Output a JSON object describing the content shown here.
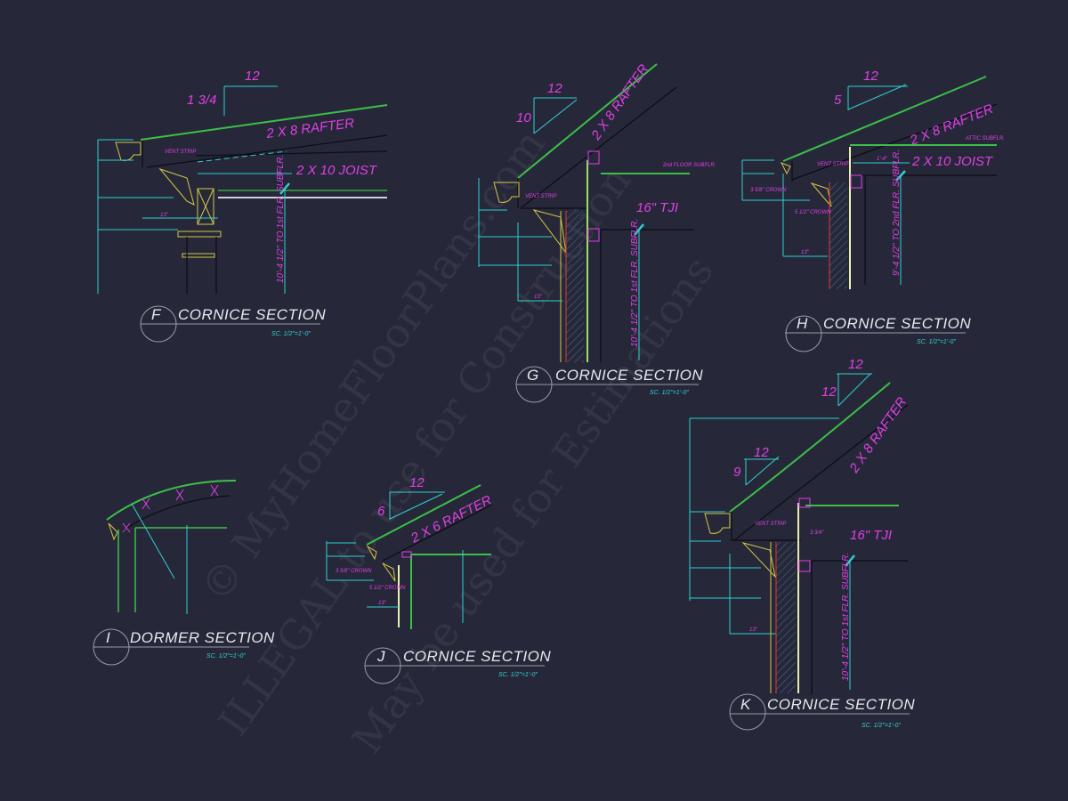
{
  "watermark": {
    "line1": "© MyHomeFloorPlans.com",
    "line2": "ILLEGAL to use for Construction",
    "line3": "May be used for Estimations"
  },
  "colors": {
    "background": "#262839",
    "green": "#3cbf48",
    "magenta": "#e23ee6",
    "cyan": "#2fd0d0",
    "yellow": "#d6c646"
  },
  "sections": {
    "F": {
      "tag": "F",
      "title": "CORNICE SECTION",
      "scale": "SC. 1/2\"=1'-0\"",
      "pitch_run": "12",
      "pitch_rise": "1 3/4",
      "rafter": "2 X 8 RAFTER",
      "joist": "2 X 10 JOIST",
      "height": "10'-4 1/2\" TO 1st FLR. SUBFLR.",
      "dim_overhang": "13\"",
      "vent": "VENT STRIP"
    },
    "G": {
      "tag": "G",
      "title": "CORNICE SECTION",
      "scale": "SC. 1/2\"=1'-0\"",
      "pitch_run": "12",
      "pitch_rise": "10",
      "rafter": "2 X 8 RAFTER",
      "floor": "16\" TJI",
      "height": "10'-4 1/2\" TO 1st FLR. SUBFLR.",
      "dim_overhang": "13\"",
      "subfloor": "2nd FLOOR SUBFLR.",
      "vent": "VENT STRIP"
    },
    "H": {
      "tag": "H",
      "title": "CORNICE SECTION",
      "scale": "SC. 1/2\"=1'-0\"",
      "pitch_run": "12",
      "pitch_rise": "5",
      "rafter": "2 X 8 RAFTER",
      "joist": "2 X 10 JOIST",
      "height": "9'-4 1/2\" TO 2nd FLR. SUBFLR.",
      "dim_overhang": "13\"",
      "dim_joist": "1'-4\"",
      "crown1": "3 5/8\" CROWN",
      "crown2": "5 1/2\" CROWN",
      "attic": "ATTIC SUBFLR.",
      "vent": "VENT STRIP"
    },
    "I": {
      "tag": "I",
      "title": "DORMER SECTION",
      "scale": "SC. 1/2\"=1'-0\""
    },
    "J": {
      "tag": "J",
      "title": "CORNICE SECTION",
      "scale": "SC. 1/2\"=1'-0\"",
      "pitch_run": "12",
      "pitch_rise": "6",
      "rafter": "2 X 6 RAFTER",
      "crown1": "3 5/8\" CROWN",
      "crown2": "5 1/2\" CROWN",
      "dim_overhang": "13\""
    },
    "K": {
      "tag": "K",
      "title": "CORNICE SECTION",
      "scale": "SC. 1/2\"=1'-0\"",
      "pitch_run": "12",
      "pitch_rise": "12",
      "pitch2_run": "12",
      "pitch2_rise": "9",
      "rafter": "2 X 8 RAFTER",
      "floor": "16\" TJI",
      "height": "10'-4 1/2\" TO 1st FLR. SUBFLR.",
      "dim_overhang": "13\"",
      "dim_small": "3 3/4\"",
      "vent": "VENT STRIP"
    }
  }
}
